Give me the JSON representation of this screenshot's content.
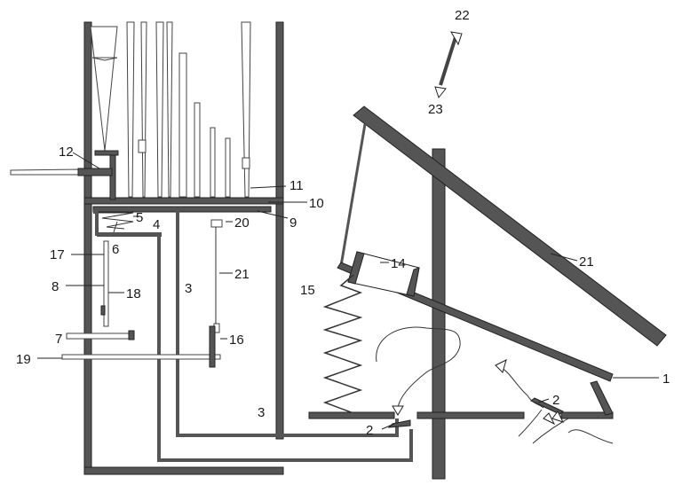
{
  "diagram": {
    "labels": {
      "l1": "1",
      "l2a": "2",
      "l2b": "2",
      "l3a": "3",
      "l3b": "3",
      "l4": "4",
      "l5": "5",
      "l6": "6",
      "l7": "7",
      "l8": "8",
      "l9": "9",
      "l10": "10",
      "l11": "11",
      "l12": "12",
      "l14": "14",
      "l15": "15",
      "l16": "16",
      "l17": "17",
      "l18": "18",
      "l19": "19",
      "l20": "20",
      "l21a": "21",
      "l21b": "21",
      "l22": "22",
      "l23": "23"
    },
    "colors": {
      "structure": "#555555",
      "outline": "#222222",
      "background": "#ffffff"
    }
  }
}
